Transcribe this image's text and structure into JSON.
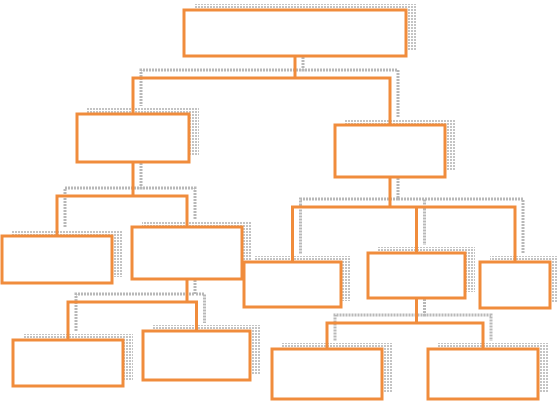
{
  "diagram": {
    "colors": {
      "box_stroke": "#f08c3c",
      "box_fill": "#ffffff",
      "connector": "#f08c3c",
      "shadow": "#bdbdbd",
      "shadow_connector": "#b8b8b8"
    },
    "nodes": [
      {
        "id": "root",
        "label": "",
        "parent": null
      },
      {
        "id": "left",
        "label": "",
        "parent": "root"
      },
      {
        "id": "right",
        "label": "",
        "parent": "root"
      },
      {
        "id": "left-left",
        "label": "",
        "parent": "left"
      },
      {
        "id": "left-mid",
        "label": "",
        "parent": "left"
      },
      {
        "id": "right-1",
        "label": "",
        "parent": "right"
      },
      {
        "id": "right-2",
        "label": "",
        "parent": "right"
      },
      {
        "id": "right-3",
        "label": "",
        "parent": "right"
      },
      {
        "id": "left-mid-1",
        "label": "",
        "parent": "left-mid"
      },
      {
        "id": "left-mid-2",
        "label": "",
        "parent": "left-mid"
      },
      {
        "id": "right-2-1",
        "label": "",
        "parent": "right-2"
      },
      {
        "id": "right-2-2",
        "label": "",
        "parent": "right-2"
      }
    ]
  }
}
